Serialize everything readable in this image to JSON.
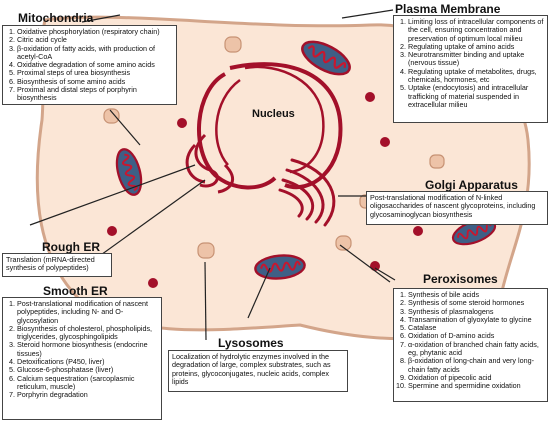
{
  "labels": {
    "mitochondria": "Mitochondria",
    "plasma_membrane": "Plasma Membrane",
    "nucleus": "Nucleus",
    "golgi": "Golgi Apparatus",
    "rough_er": "Rough ER",
    "smooth_er": "Smooth ER",
    "peroxisomes": "Peroxisomes",
    "lysosomes": "Lysosomes"
  },
  "mitochondria_items": [
    "Oxidative phosphorylation (respiratory chain)",
    "Citric acid cycle",
    "β-oxidation of fatty acids, with production of acetyl-CoA",
    "Oxidative degradation of some amino acids",
    "Proximal steps of urea biosynthesis",
    "Biosynthesis of some amino acids",
    "Proximal and distal steps of porphyrin biosynthesis"
  ],
  "plasma_membrane_items": [
    "Limiting loss of intracellular components of the cell, ensuring concentration and preservation of optimum local milieu",
    "Regulating uptake of amino acids",
    "Neurotransmitter binding and uptake (nervous tissue)",
    "Regulating uptake of metabolites, drugs, chemicals, hormones, etc",
    "Uptake (endocytosis) and intracellular trafficking of material suspended in extracellular milieu"
  ],
  "golgi_text": "Post-translational modification of N-linked oligosaccharides of nascent glycoproteins, including glycosaminoglycan biosynthesis",
  "rough_er_text": "Translation (mRNA-directed synthesis of polypeptides)",
  "smooth_er_items": [
    "Post-translational modification of nascent polypeptides, including N- and O-glycosylation",
    "Biosynthesis of cholesterol, phospholipids, triglycerides, glycosphingolipids",
    "Steroid hormone biosynthesis (endocrine tissues)",
    "Detoxifications (P450, liver)",
    "Glucose-6-phosphatase (liver)",
    "Calcium sequestration (sarcoplasmic reticulum, muscle)",
    "Porphyrin degradation"
  ],
  "lysosomes_text": "Localization of hydrolytic enzymes involved in the degradation of large, complex substrates, such as proteins, glycoconjugates, nucleic acids, complex lipids",
  "peroxisomes_items": [
    "Synthesis of bile acids",
    "Synthesis of some steroid hormones",
    "Synthesis of plasmalogens",
    "Transamination of glyoxylate to glycine",
    "Catalase",
    "Oxidation of D-amino acids",
    "α-oxidation of branched chain fatty acids, eg, phytanic acid",
    "β-oxidation of long-chain and very long-chain fatty acids",
    "Oxidation of pipecolic acid",
    "Spermine and spermidine oxidation"
  ],
  "colors": {
    "cell_fill": "#fbe6d6",
    "cell_border": "#d3a58a",
    "organelle_red": "#a3102a",
    "lysosome_fill": "#edc3a8",
    "mito_fill": "#3e5f86"
  }
}
